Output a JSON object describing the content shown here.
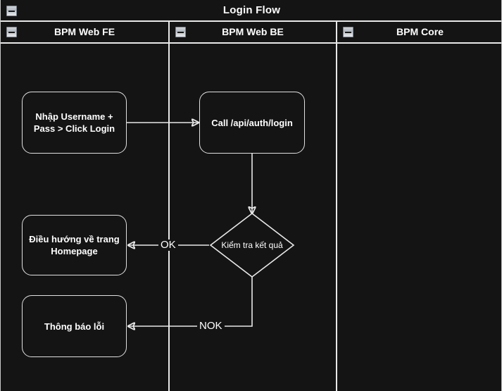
{
  "diagram": {
    "title": "Login Flow",
    "title_collapse_icon": "collapse-minus-icon",
    "lanes": [
      {
        "name": "BPM Web FE",
        "collapse_icon": "collapse-minus-icon"
      },
      {
        "name": "BPM Web BE",
        "collapse_icon": "collapse-minus-icon"
      },
      {
        "name": "BPM Core",
        "collapse_icon": "collapse-minus-icon"
      }
    ],
    "nodes": [
      {
        "id": "input-credentials",
        "lane": "BPM Web FE",
        "shape": "rounded-rect",
        "label": "Nhập Username +\nPass > Click Login"
      },
      {
        "id": "call-login-api",
        "lane": "BPM Web BE",
        "shape": "rounded-rect",
        "label": "Call /api/auth/login"
      },
      {
        "id": "check-result",
        "lane": "BPM Web BE",
        "shape": "diamond",
        "label": "Kiểm tra kết quả"
      },
      {
        "id": "redirect-homepage",
        "lane": "BPM Web FE",
        "shape": "rounded-rect",
        "label": "Điều hướng về trang\nHomepage"
      },
      {
        "id": "show-error",
        "lane": "BPM Web FE",
        "shape": "rounded-rect",
        "label": "Thông báo lỗi"
      }
    ],
    "edges": [
      {
        "id": "e1",
        "from": "input-credentials",
        "to": "call-login-api",
        "label": ""
      },
      {
        "id": "e2",
        "from": "call-login-api",
        "to": "check-result",
        "label": ""
      },
      {
        "id": "e3",
        "from": "check-result",
        "to": "redirect-homepage",
        "label": "OK"
      },
      {
        "id": "e4",
        "from": "check-result",
        "to": "show-error",
        "label": "NOK"
      }
    ],
    "colors": {
      "background": "#141414",
      "stroke": "#e8e8e8",
      "text": "#ffffff"
    }
  }
}
